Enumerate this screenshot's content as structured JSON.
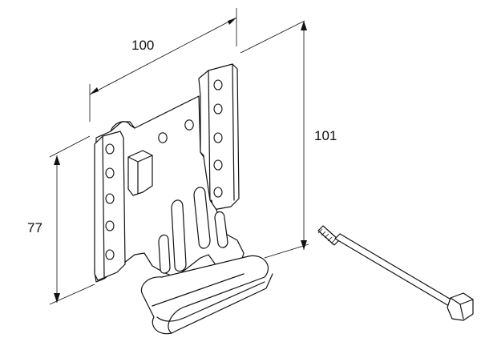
{
  "dimensions": {
    "width": "100",
    "height_total": "101",
    "height_side": "77"
  },
  "parts": [
    "bracket",
    "bolt"
  ]
}
